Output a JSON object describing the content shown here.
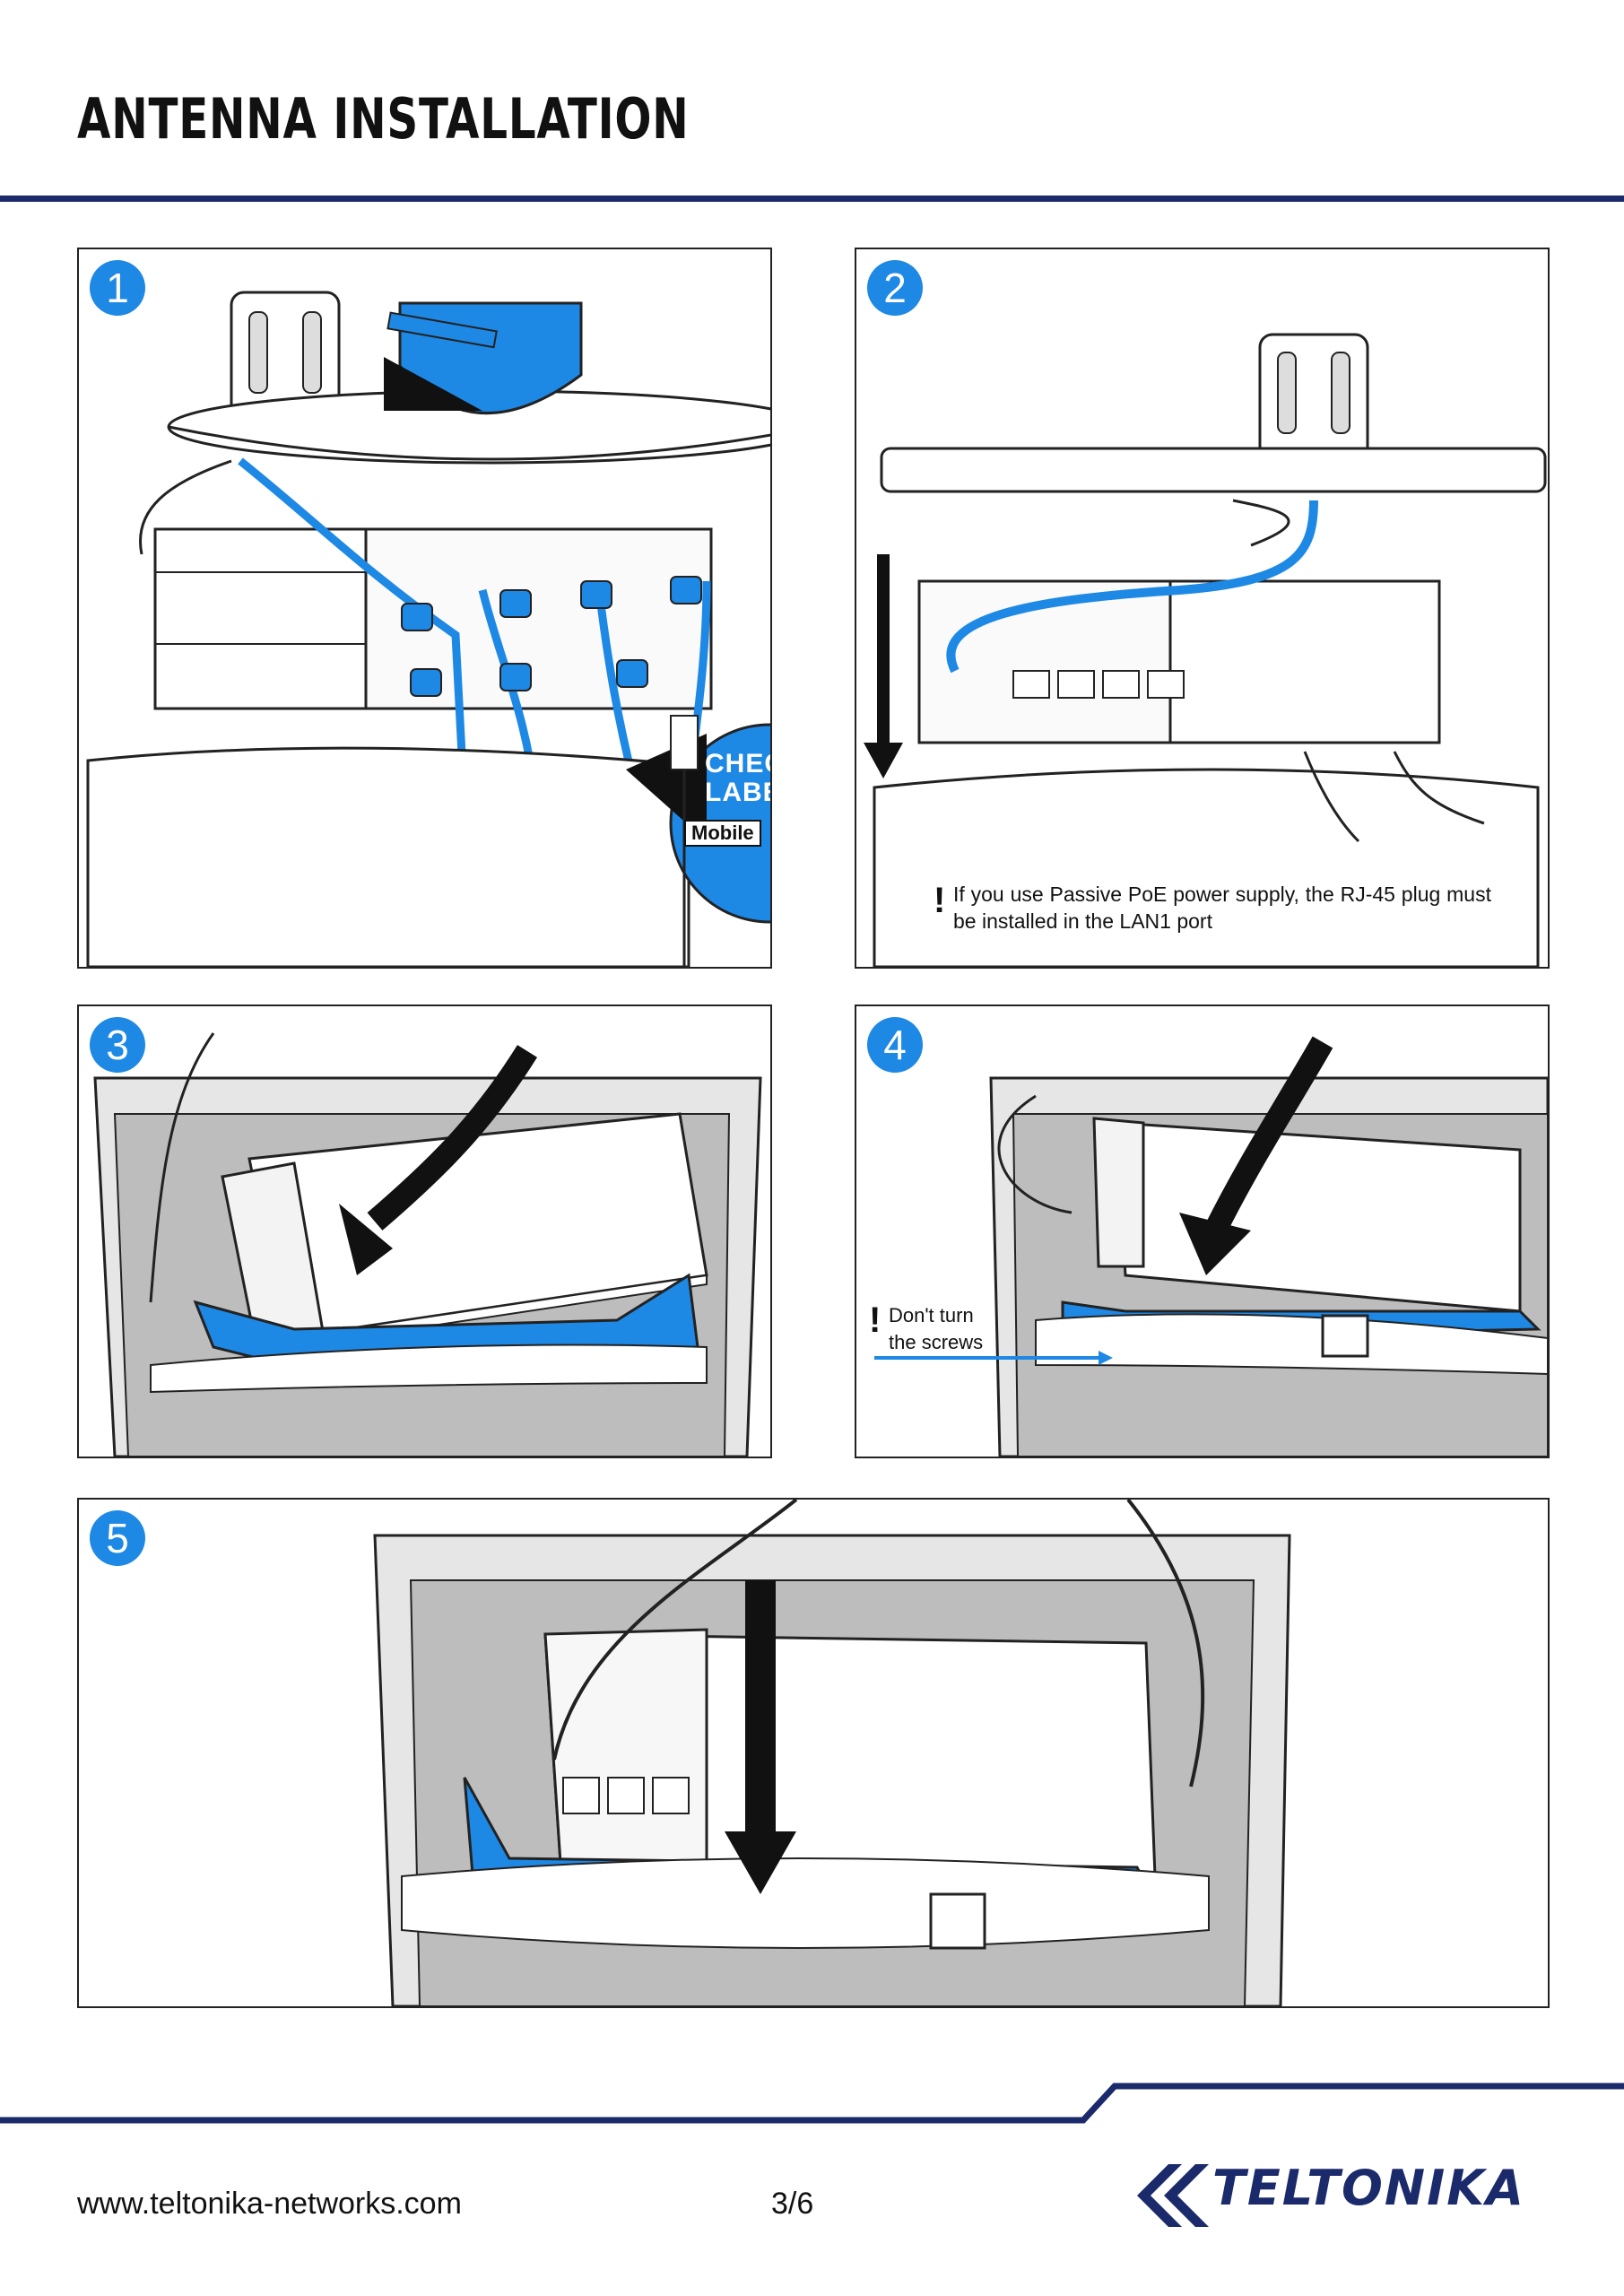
{
  "page": {
    "title": "ANTENNA INSTALLATION",
    "footer_url": "www.teltonika-networks.com",
    "page_number": "3/6",
    "brand": "TELTONIKA"
  },
  "colors": {
    "accent_blue": "#1e88e5",
    "navy": "#1b2a6b"
  },
  "steps": [
    {
      "number": "1",
      "callout_line1": "CHECK",
      "callout_line2": "LABEL",
      "callout_tag": "Mobile"
    },
    {
      "number": "2",
      "note": "If you use Passive PoE power supply, the RJ-45 plug must be installed in the LAN1 port"
    },
    {
      "number": "3"
    },
    {
      "number": "4",
      "note_line1": "Don't turn",
      "note_line2": "the screws"
    },
    {
      "number": "5"
    }
  ],
  "icons": [
    "exclamation-icon",
    "teltonika-logo-icon"
  ]
}
